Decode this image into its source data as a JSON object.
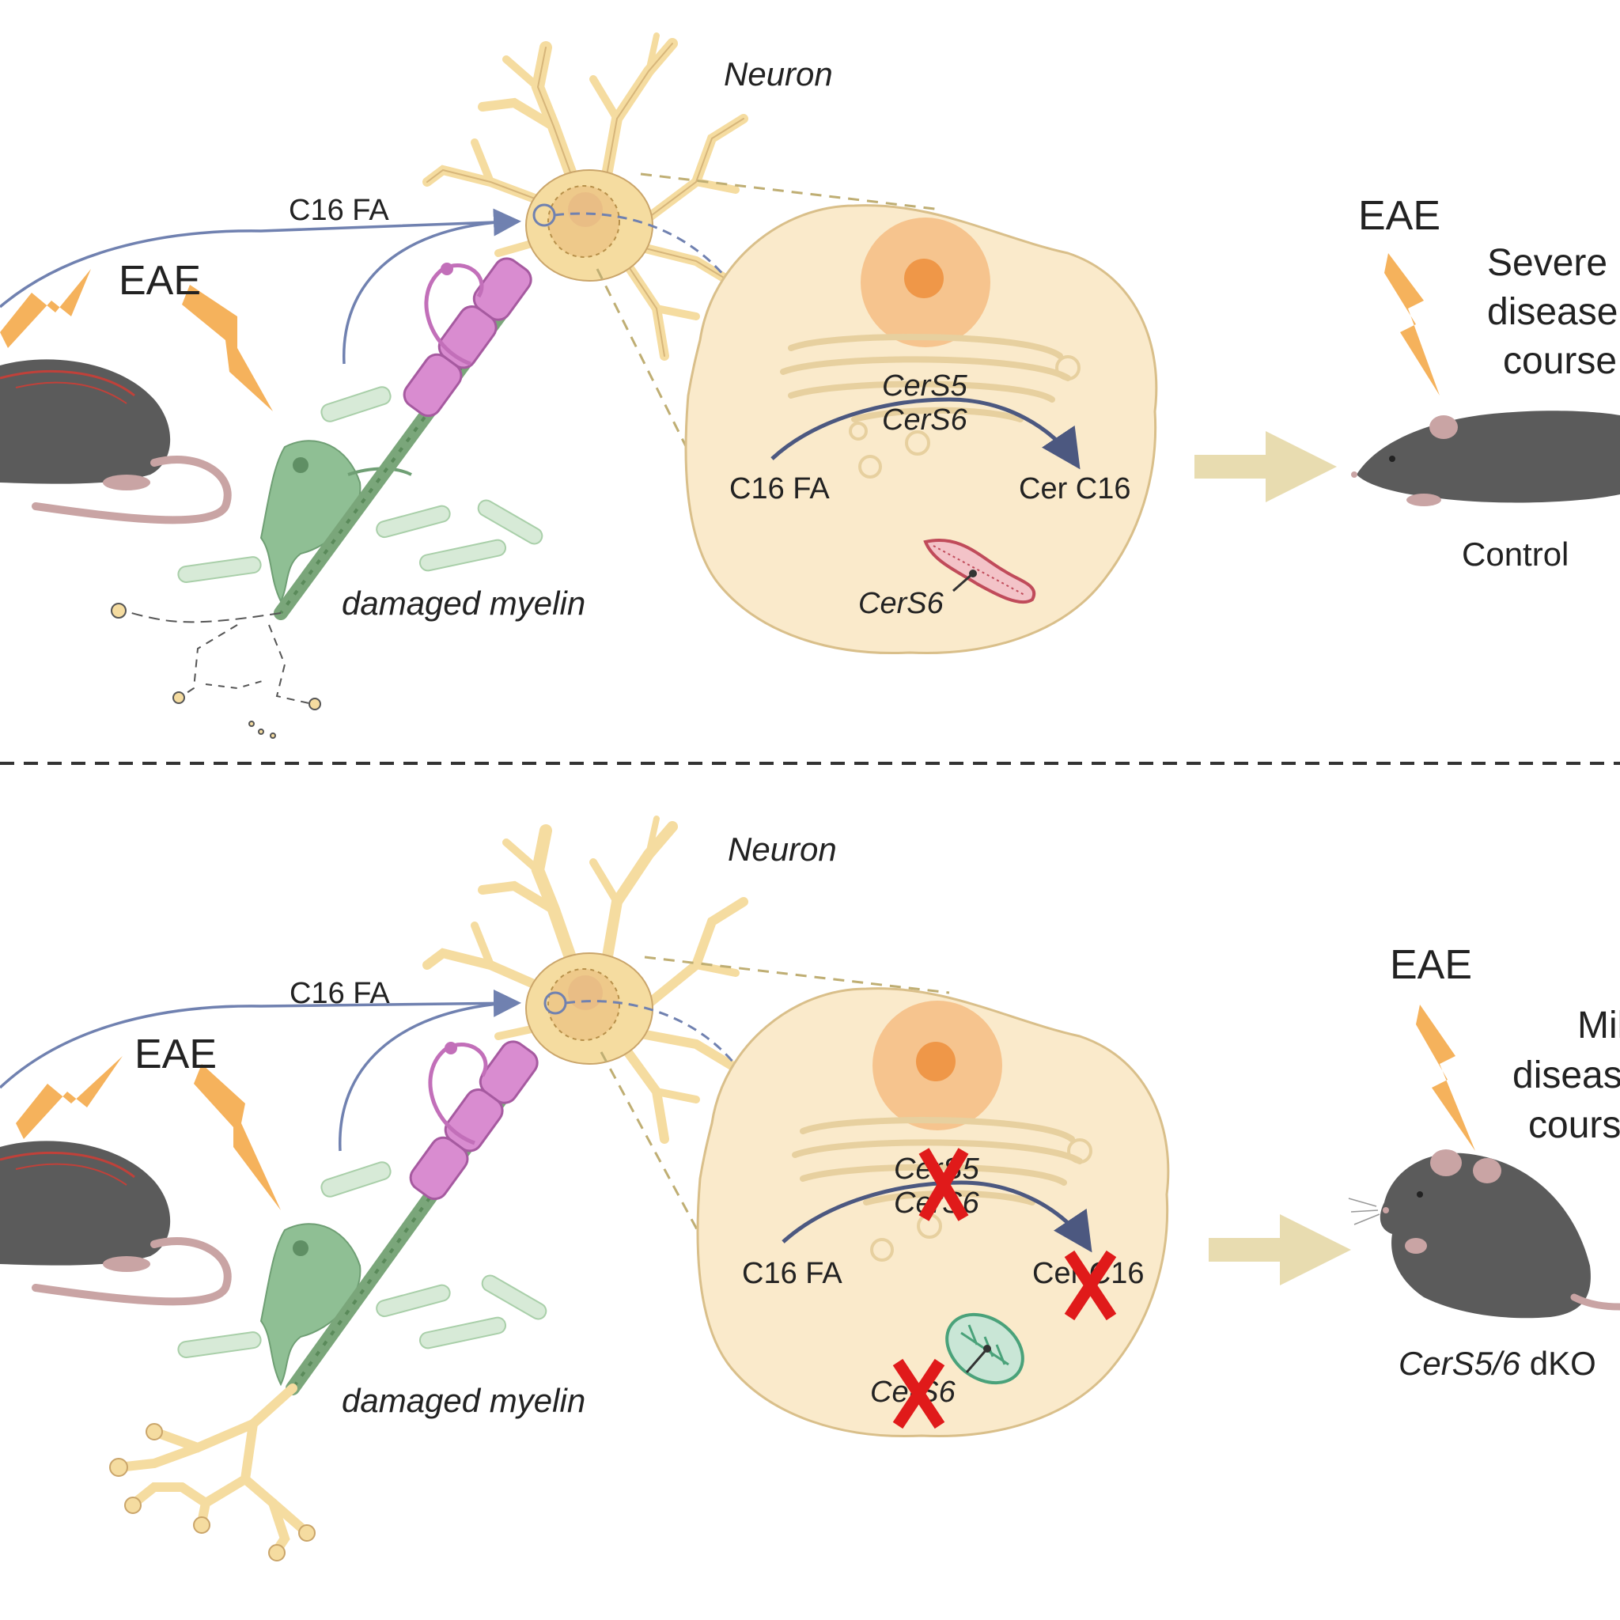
{
  "top_panel": {
    "eae_left": "EAE",
    "fatty_acid_label": "C16 FA",
    "neuron_label": "Neuron",
    "myelin_label": "damaged myelin",
    "er_enzyme_1": "CerS5",
    "er_enzyme_2": "CerS6",
    "substrate": "C16 FA",
    "product": "Cer C16",
    "mito_enzyme": "CerS6",
    "eae_right": "EAE",
    "outcome_line1": "Severe",
    "outcome_line2": "disease",
    "outcome_line3": "course",
    "genotype": "Control"
  },
  "bottom_panel": {
    "eae_left": "EAE",
    "fatty_acid_label": "C16 FA",
    "neuron_label": "Neuron",
    "myelin_label": "damaged myelin",
    "er_enzyme_1": "CerS5",
    "er_enzyme_2": "CerS6",
    "substrate": "C16 FA",
    "product": "Cer C16",
    "mito_enzyme": "CerS6",
    "eae_right": "EAE",
    "outcome_line1": "Mild",
    "outcome_line2": "disease",
    "outcome_line3": "course",
    "genotype_gene": "CerS5/6",
    "genotype_suffix": "dKO"
  },
  "colors": {
    "neuron_fill": "#f5dca0",
    "neuron_stroke": "#d9b572",
    "cell_fill": "#faeacb",
    "nucleus": "#f6c48e",
    "nucleolus": "#ef9748",
    "arrow_blue": "#7081b0",
    "lightning": "#f5b25c",
    "myelin": "#d98cd0",
    "axon_green": "#7aa67a",
    "mouse_grey": "#5b5b5b",
    "knockout_red": "#e01a1a",
    "big_arrow": "#e8dcb0"
  }
}
